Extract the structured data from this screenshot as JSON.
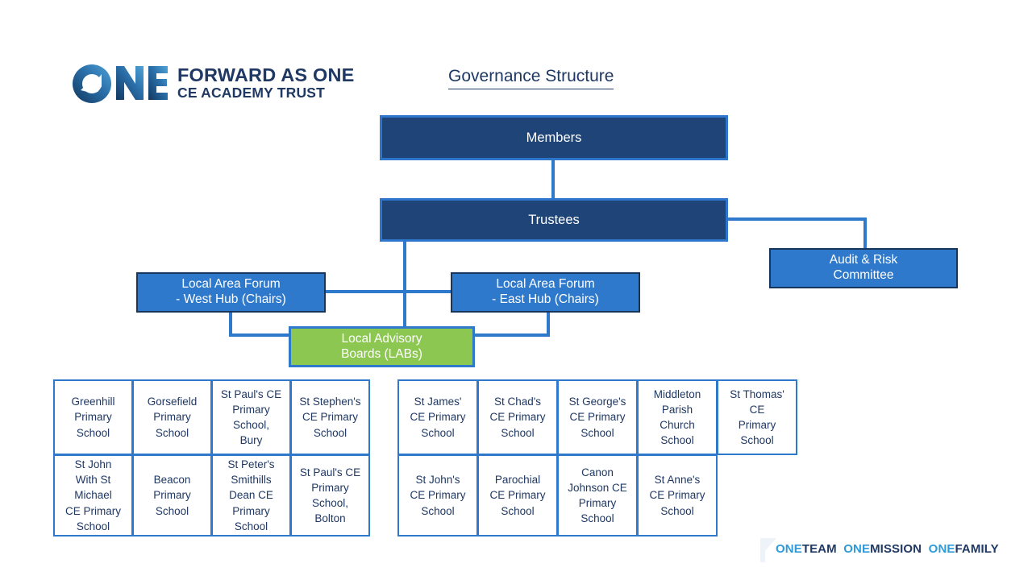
{
  "brand": {
    "logo_mark": "one-arrow-logo",
    "line1": "FORWARD AS ONE",
    "line2": "CE ACADEMY TRUST"
  },
  "title": "Governance Structure",
  "colors": {
    "navy_fill": "#1F4477",
    "navy_border": "#2E75CC",
    "blue_fill": "#2E79CC",
    "blue_border": "#16365C",
    "green_fill": "#8CC751",
    "text_navy": "#1F3864",
    "accent_light_blue": "#2E9BD8"
  },
  "nodes": {
    "members": "Members",
    "trustees": "Trustees",
    "audit": "Audit & Risk\nCommittee",
    "forum_west": "Local Area Forum\n- West Hub (Chairs)",
    "forum_east": "Local Area Forum\n- East Hub (Chairs)",
    "labs": "Local Advisory\nBoards (LABs)"
  },
  "tables": {
    "west": {
      "rows": [
        [
          "Greenhill\nPrimary\nSchool",
          "Gorsefield\nPrimary\nSchool",
          "St Paul's CE\nPrimary\nSchool,\nBury",
          "St Stephen's\nCE Primary\nSchool"
        ],
        [
          "St John\nWith St\nMichael\nCE Primary\nSchool",
          "Beacon\nPrimary\nSchool",
          "St Peter's\nSmithills\nDean CE\nPrimary\nSchool",
          "St Paul's CE\nPrimary\nSchool,\nBolton"
        ]
      ]
    },
    "east": {
      "rows": [
        [
          "St James'\nCE Primary\nSchool",
          "St Chad's\nCE Primary\nSchool",
          "St George's\nCE Primary\nSchool",
          "Middleton\nParish\nChurch\nSchool",
          "St Thomas'\nCE\nPrimary\nSchool"
        ],
        [
          "St John's\nCE Primary\nSchool",
          "Parochial\nCE Primary\nSchool",
          "Canon\nJohnson CE\nPrimary\nSchool",
          "St Anne's\nCE Primary\nSchool",
          ""
        ]
      ]
    }
  },
  "footer": {
    "parts": [
      "ONE",
      "TEAM",
      "ONE",
      "MISSION",
      "ONE",
      "FAMILY"
    ]
  }
}
